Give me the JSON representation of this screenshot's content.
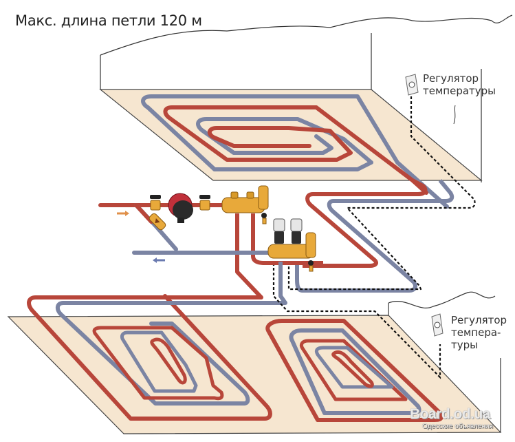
{
  "title": "Макс. длина петли 120 м",
  "thermostat_top": {
    "line1": "Регулятор",
    "line2": "температуры"
  },
  "thermostat_bottom": {
    "line1": "Регулятор",
    "line2": "темпера-",
    "line3": "туры"
  },
  "watermark": {
    "site": "Board.od.ua",
    "subtitle": "Одесские объявления"
  },
  "colors": {
    "supply_pipe": "#b8463a",
    "return_pipe": "#7b84a3",
    "floor_slab": "#f6e6d0",
    "fittings": "#e8a93a",
    "pump": "#c0303a"
  },
  "flow_arrows": {
    "supply": "supply-arrow-right",
    "return": "return-arrow-left"
  }
}
